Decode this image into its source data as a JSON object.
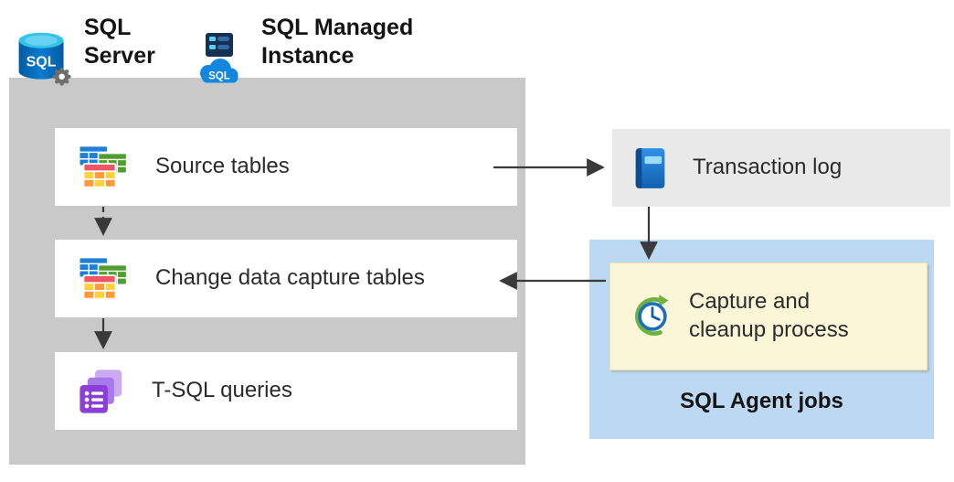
{
  "servers_header": {
    "sql_server": {
      "label": "SQL\nServer",
      "badge": "SQL"
    },
    "sql_managed_instance": {
      "label": "SQL Managed\nInstance",
      "badge": "SQL"
    }
  },
  "database_container": {
    "nodes": [
      {
        "id": "source-tables",
        "label": "Source tables",
        "icon": "tables-icon"
      },
      {
        "id": "cdc-tables",
        "label": "Change data capture tables",
        "icon": "tables-icon"
      },
      {
        "id": "tsql-queries",
        "label": "T-SQL queries",
        "icon": "queries-icon"
      }
    ]
  },
  "transaction_log": {
    "label": "Transaction log",
    "icon": "log-book-icon"
  },
  "sql_agent": {
    "label": "SQL Agent jobs",
    "process": {
      "label": "Capture and\ncleanup process",
      "icon": "clock-icon"
    }
  },
  "edges": [
    {
      "from": "source-tables",
      "to": "transaction-log",
      "style": "solid"
    },
    {
      "from": "transaction-log",
      "to": "capture-cleanup-process",
      "style": "solid"
    },
    {
      "from": "capture-cleanup-process",
      "to": "cdc-tables",
      "style": "solid"
    },
    {
      "from": "source-tables",
      "to": "cdc-tables",
      "style": "dashed"
    },
    {
      "from": "cdc-tables",
      "to": "tsql-queries",
      "style": "solid"
    }
  ],
  "colors": {
    "container_gray": "#c9c9c9",
    "log_gray": "#e9e9e9",
    "agent_blue": "#bdd8f2",
    "process_yellow": "#fcf6d8",
    "arrow": "#3a3a3a"
  }
}
